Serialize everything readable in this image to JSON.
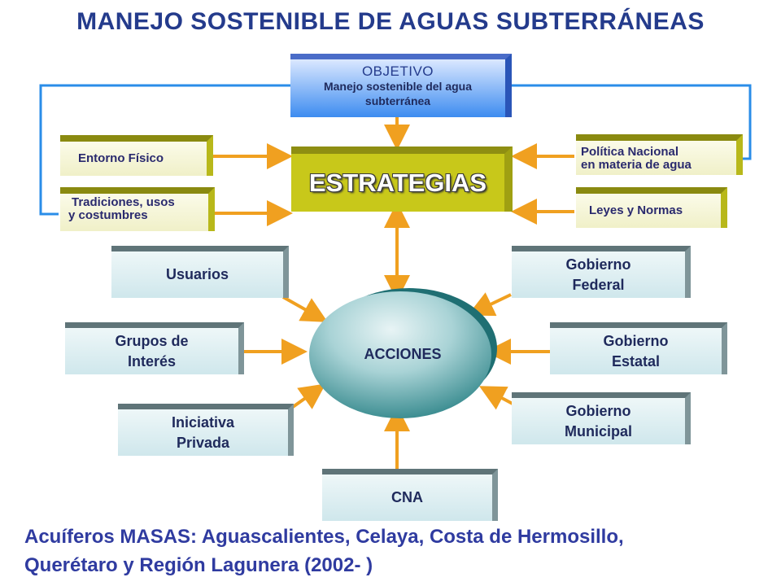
{
  "title": "MANEJO SOSTENIBLE DE AGUAS SUBTERRÁNEAS",
  "objetivo": {
    "heading": "OBJETIVO",
    "line1": "Manejo sostenible del agua",
    "line2": "subterránea"
  },
  "estrategias": "ESTRATEGIAS",
  "left_inputs": {
    "entorno": "Entorno Físico",
    "tradiciones_1": "Tradiciones, usos",
    "tradiciones_2": "y costumbres"
  },
  "right_inputs": {
    "politica_1": "Política Nacional",
    "politica_2": "en materia de agua",
    "leyes": "Leyes y Normas"
  },
  "acciones": "ACCIONES",
  "actors": {
    "usuarios": "Usuarios",
    "grupos_1": "Grupos de",
    "grupos_2": "Interés",
    "iniciativa_1": "Iniciativa",
    "iniciativa_2": "Privada",
    "cna": "CNA",
    "federal_1": "Gobierno",
    "federal_2": "Federal",
    "estatal_1": "Gobierno",
    "estatal_2": "Estatal",
    "municipal_1": "Gobierno",
    "municipal_2": "Municipal"
  },
  "footer": {
    "line1": "Acuíferos MASAS: Aguascalientes, Celaya, Costa de Hermosillo,",
    "line2": "Querétaro y Región Lagunera (2002- )"
  },
  "colors": {
    "arrow": "#f0a020",
    "feedback_line": "#2a8de8",
    "title": "#243b8c",
    "olive": "#c8c81a",
    "ellipse": "#3f9a9e"
  }
}
